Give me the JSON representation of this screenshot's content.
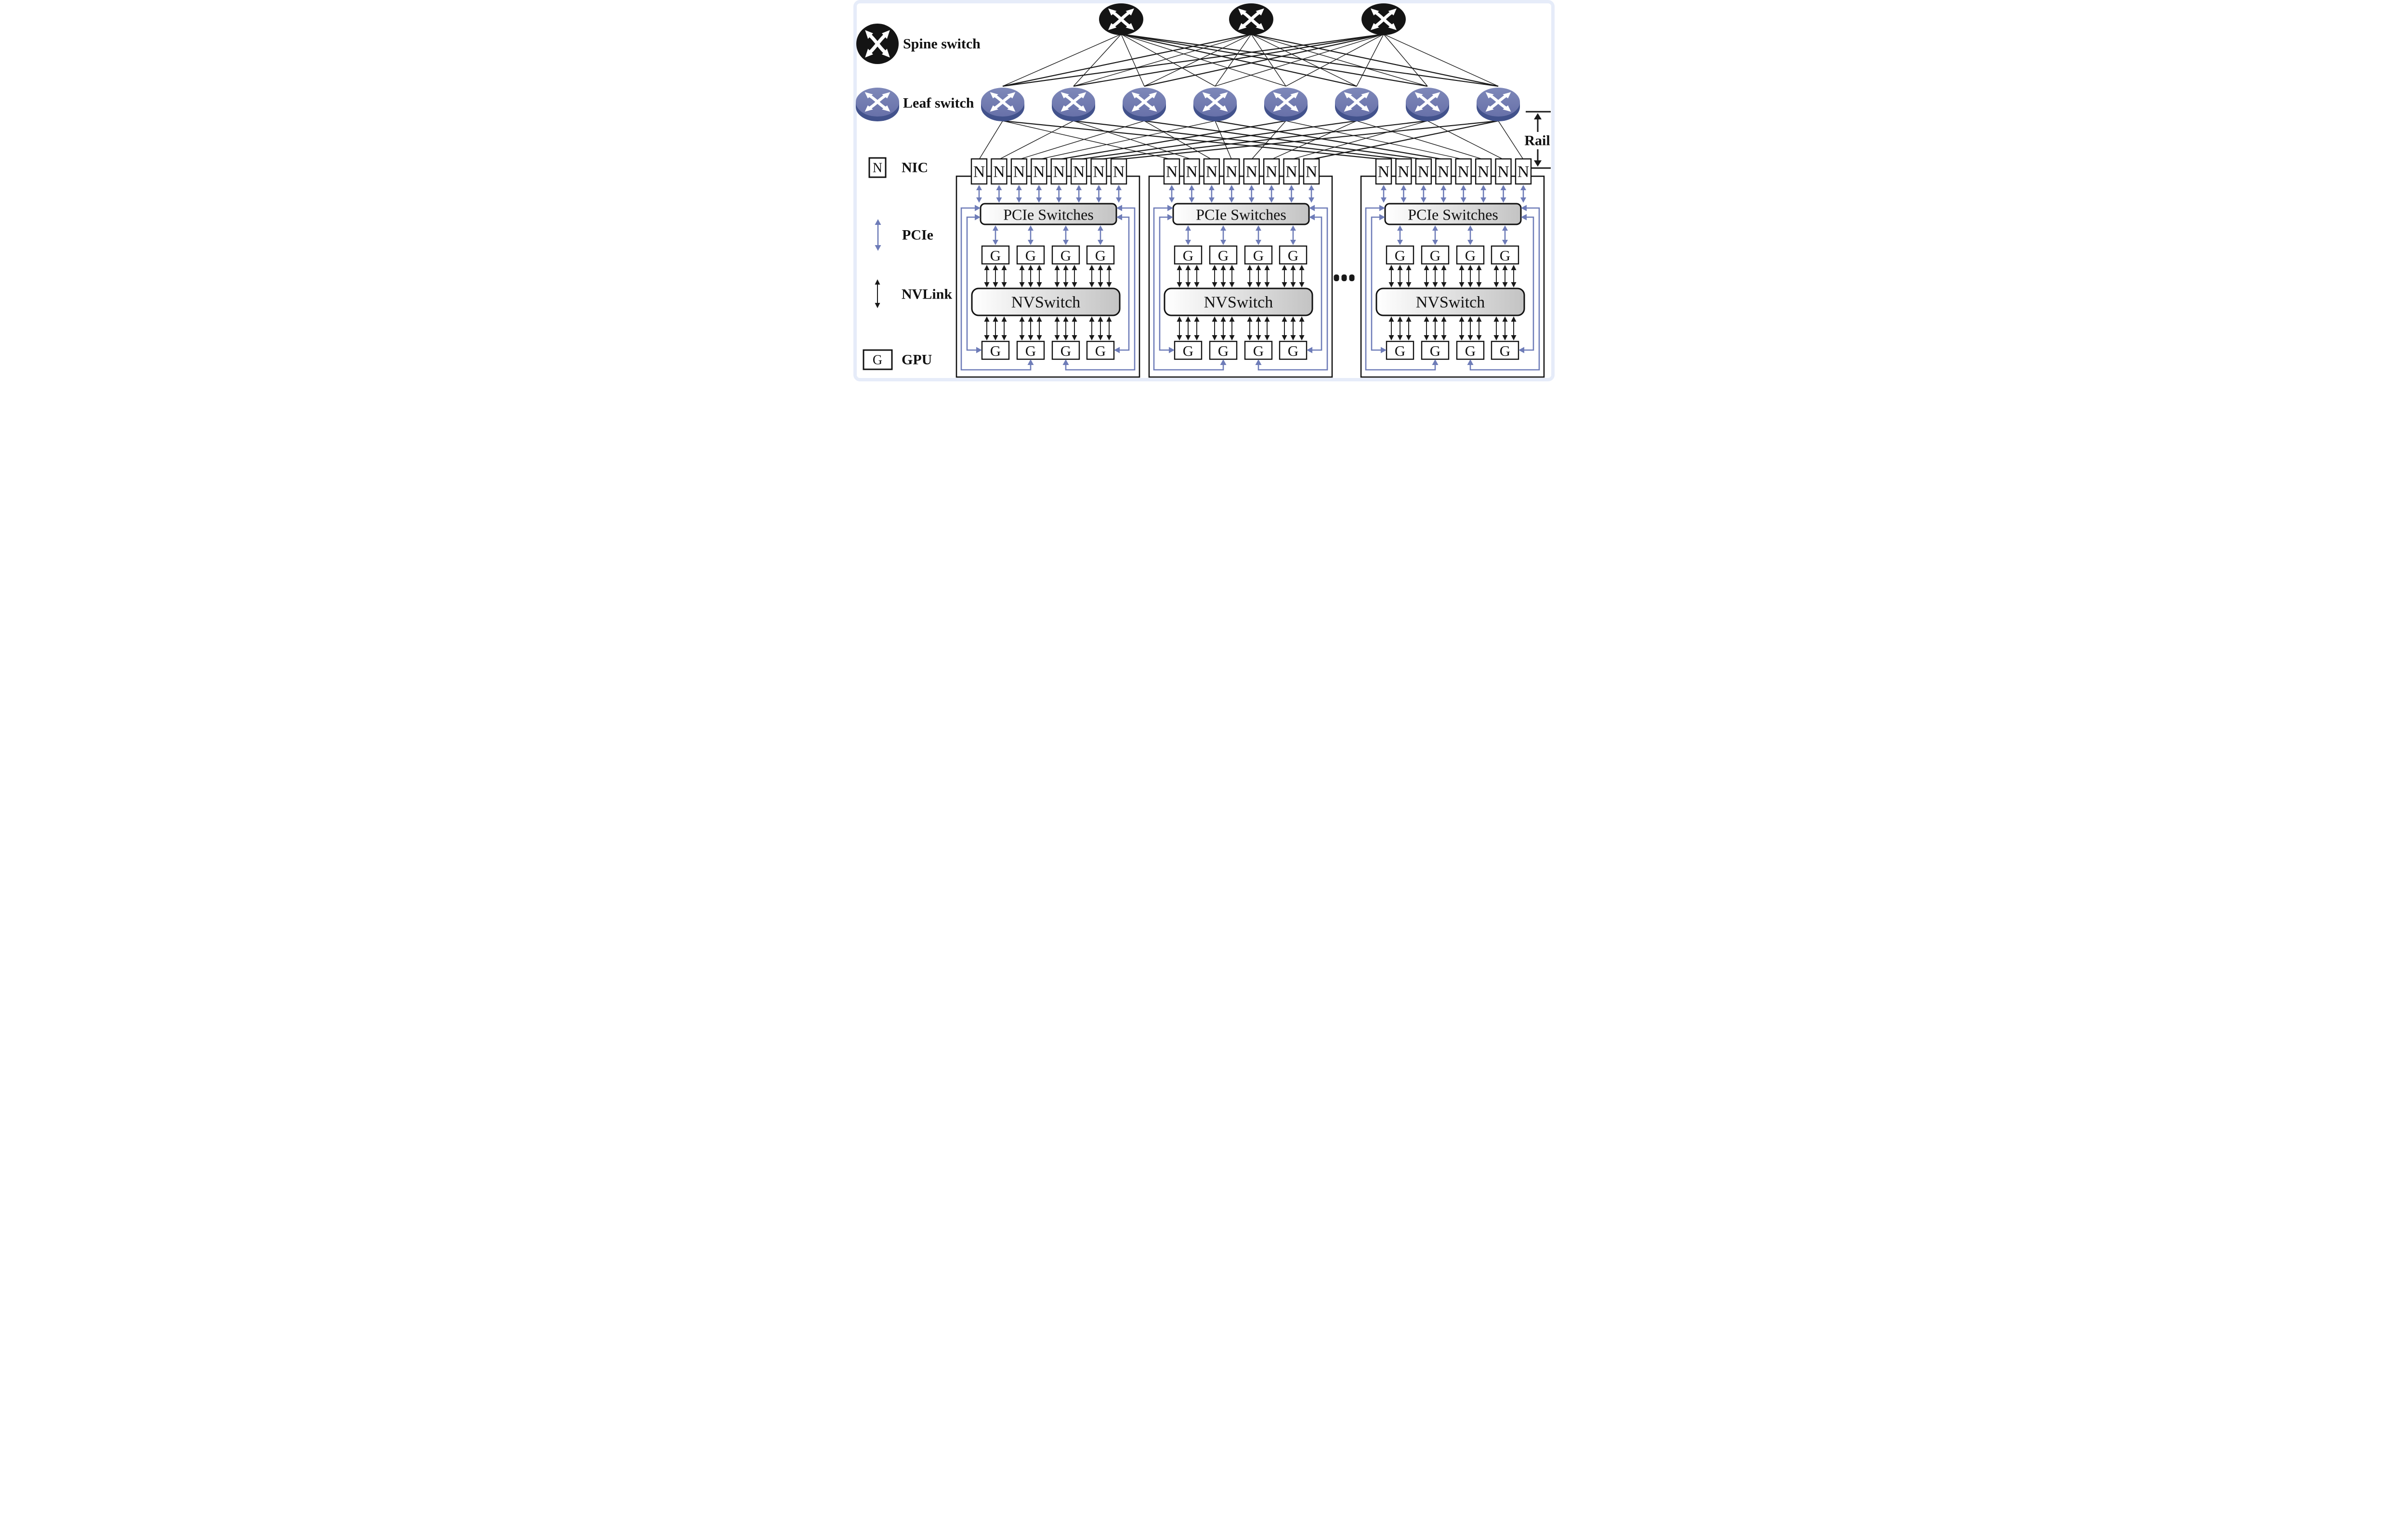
{
  "figure": {
    "type": "gpu-cluster-rail-topology-diagram",
    "legend": {
      "items": [
        {
          "icon": "spine-switch-icon",
          "label": "Spine switch"
        },
        {
          "icon": "leaf-switch-icon",
          "label": "Leaf switch"
        },
        {
          "icon": "nic-icon",
          "label": "NIC"
        },
        {
          "icon": "pcie-link-icon",
          "label": "PCIe"
        },
        {
          "icon": "nvlink-link-icon",
          "label": "NVLink"
        },
        {
          "icon": "gpu-icon",
          "label": "GPU"
        }
      ]
    },
    "rail_label": "Rail",
    "more_servers_indicator": "...",
    "topology": {
      "spine_switch_count": 3,
      "leaf_switch_count": 8,
      "server_count": 3,
      "nics_per_server": 8,
      "top_gpus_per_server": 4,
      "bottom_gpus_per_server": 4,
      "nvlink_lanes_per_gpu": 3
    },
    "server": {
      "nic_label": "N",
      "gpu_label": "G",
      "pcie_switches_label": "PCIe Switches",
      "nvswitch_label": "NVSwitch"
    },
    "colors": {
      "frame": "#e6ecf9",
      "background": "#ffffff",
      "spine_fill": "#141414",
      "leaf_top": "#6871a9",
      "leaf_top_light": "#7e88b9",
      "leaf_side": "#42528c",
      "switch_glyph": "#ffffff",
      "line": "#1a1a1a",
      "pcie_link": "#6e7cb8",
      "nvlink": "#191919",
      "box_fill_start": "#ffffff",
      "box_fill_end": "#c3c3c3",
      "box_border": "#111111"
    }
  }
}
